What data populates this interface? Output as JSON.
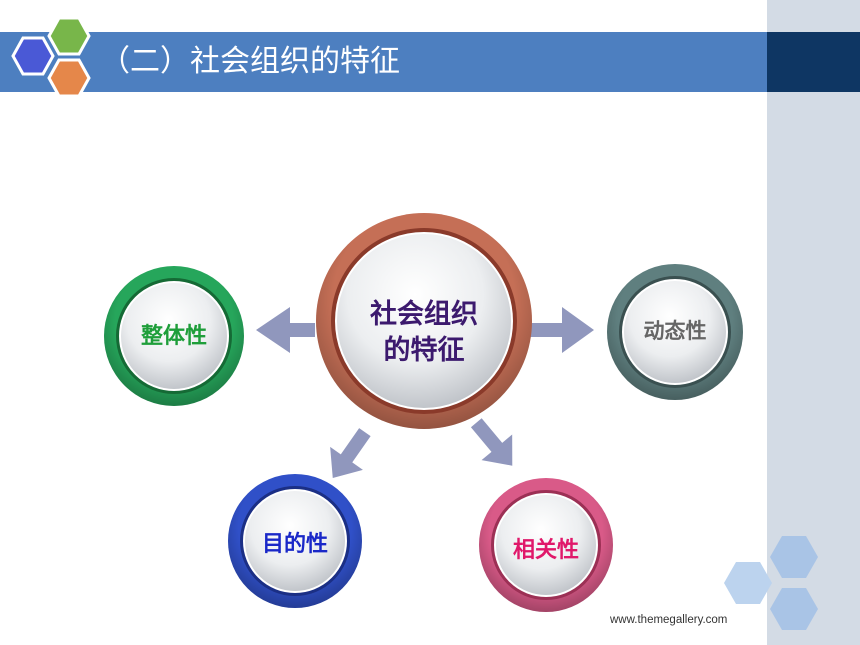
{
  "slide": {
    "title": "（二）社会组织的特征",
    "footer": "www.themegallery.com"
  },
  "diagram": {
    "center": {
      "line1": "社会组织",
      "line2": "的特征",
      "color": "#c56f56",
      "text_color": "#3c1a6e"
    },
    "nodes": [
      {
        "id": "whole",
        "label": "整体性",
        "ring_color": "#26a65b",
        "text_color": "#1e9e3a"
      },
      {
        "id": "dynamic",
        "label": "动态性",
        "ring_color": "#5f7f7f",
        "text_color": "#666666"
      },
      {
        "id": "purpose",
        "label": "目的性",
        "ring_color": "#3050c8",
        "text_color": "#1a28c8"
      },
      {
        "id": "relevance",
        "label": "相关性",
        "ring_color": "#d95a88",
        "text_color": "#e0186a"
      }
    ]
  },
  "colors": {
    "title_bar": "#4d7fc0",
    "title_bar_dark": "#0e3663",
    "side_strip": "#d3dbe5",
    "arrow": "#9097bd"
  }
}
